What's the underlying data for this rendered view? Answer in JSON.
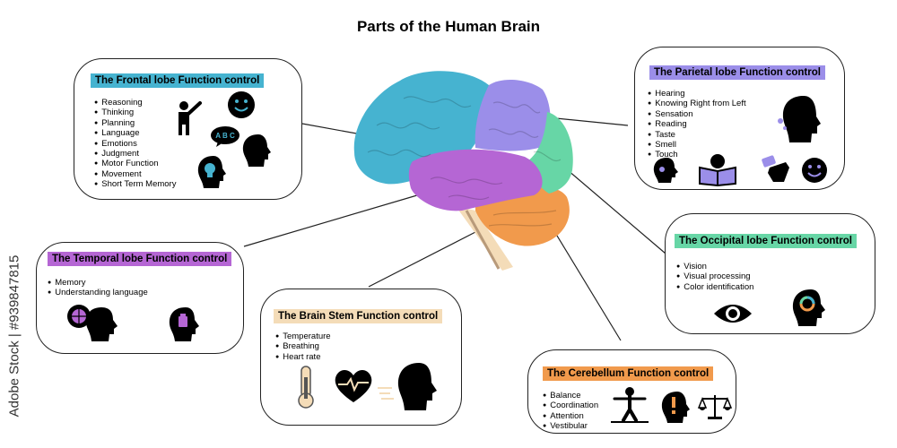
{
  "title": "Parts of the Human Brain",
  "watermark": "Adobe Stock | #939847815",
  "colors": {
    "frontal": "#46b3d0",
    "parietal": "#9b8ee9",
    "occipital": "#67d6a6",
    "temporal": "#b566d4",
    "cerebellum": "#f19a4c",
    "stem": "#f4dcb8"
  },
  "frontal": {
    "label": "The Frontal lobe Function control",
    "items": [
      "Reasoning",
      "Thinking",
      "Planning",
      "Language",
      "Emotions",
      "Judgment",
      "Motor Function",
      "Movement",
      "Short Term Memory"
    ],
    "icons": [
      "person-pointing-icon",
      "smiley-icon",
      "abc-speech-icon",
      "head-profile-icon",
      "head-lightbulb-icon"
    ]
  },
  "parietal": {
    "label": "The Parietal lobe Function control",
    "items": [
      "Hearing",
      "Knowing Right from Left",
      "Sensation",
      "Reading",
      "Taste",
      "Smell",
      "Touch"
    ],
    "icons": [
      "head-smell-icon",
      "head-taste-icon",
      "person-reading-icon",
      "hand-touch-icon",
      "smiley-icon"
    ]
  },
  "occipital": {
    "label": "The Occipital lobe Function control",
    "items": [
      "Vision",
      "Visual processing",
      "Color identification"
    ],
    "icons": [
      "eye-icon",
      "head-color-wheel-icon"
    ]
  },
  "temporal": {
    "label": "The Temporal lobe Function control",
    "items": [
      "Memory",
      "Understanding language"
    ],
    "icons": [
      "head-globe-icon",
      "head-memory-icon"
    ]
  },
  "stem": {
    "label": "The Brain Stem Function control",
    "items": [
      "Temperature",
      "Breathing",
      "Heart rate"
    ],
    "icons": [
      "thermometer-icon",
      "heart-rate-icon",
      "head-breathing-icon"
    ]
  },
  "cerebellum": {
    "label": "The Cerebellum Function control",
    "items": [
      "Balance",
      "Coordination",
      "Attention",
      "Vestibular"
    ],
    "icons": [
      "person-balancing-icon",
      "head-attention-icon",
      "scales-icon"
    ]
  }
}
